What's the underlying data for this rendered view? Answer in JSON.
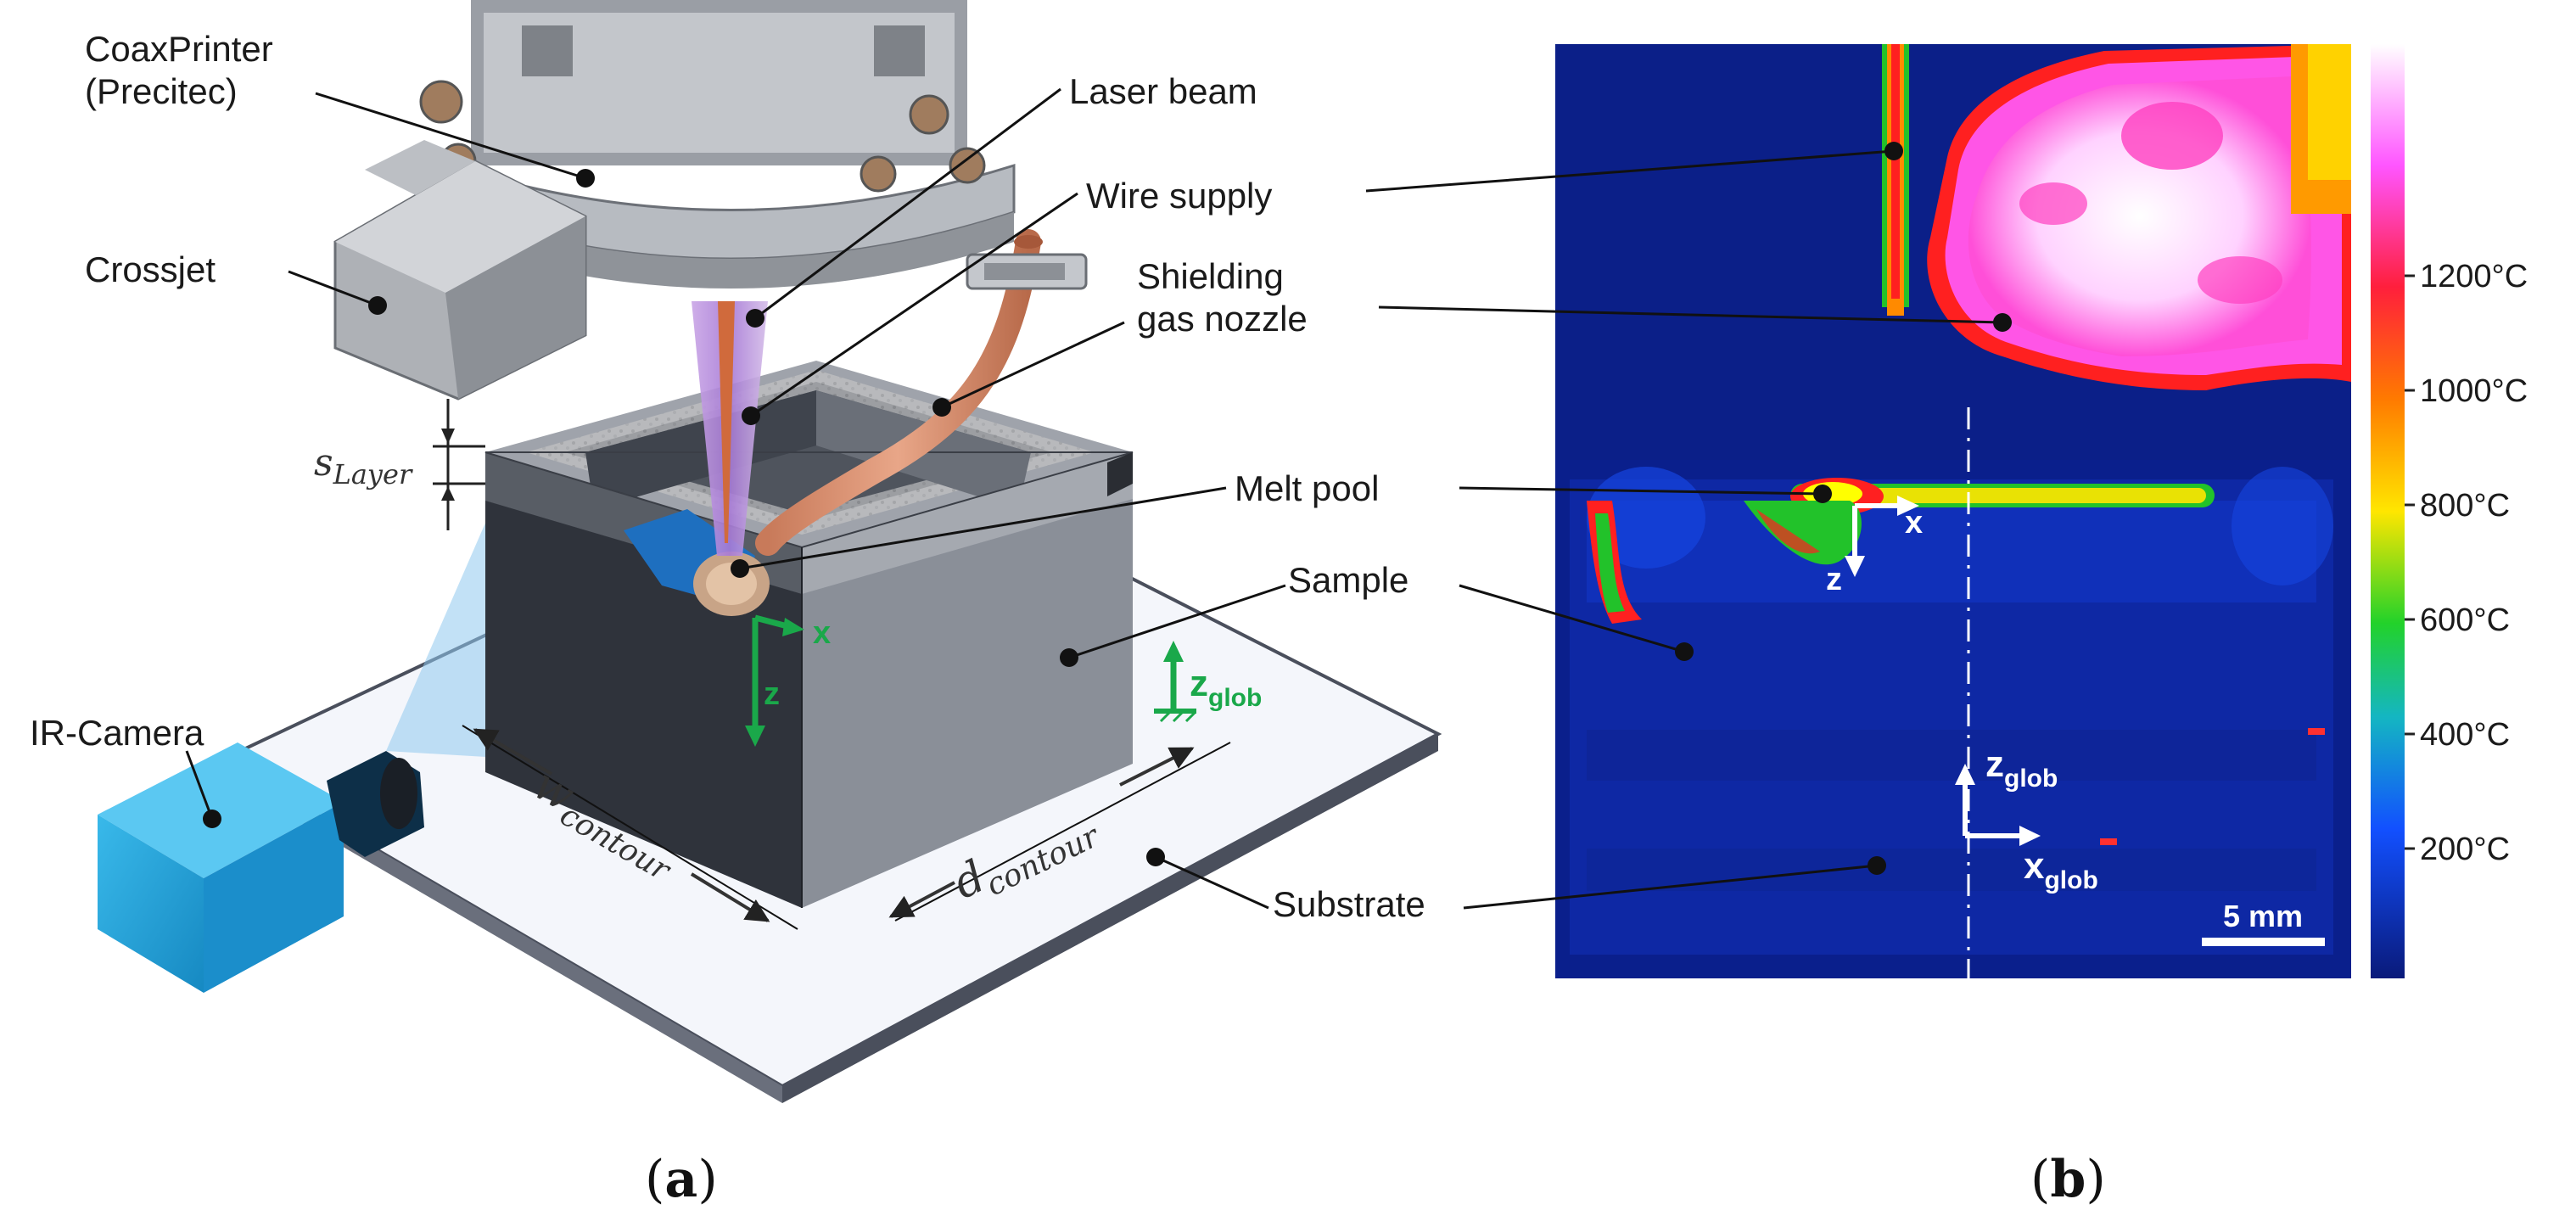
{
  "panel_a": {
    "caption_label": "a",
    "labels": {
      "coaxprinter_line1": "CoaxPrinter",
      "coaxprinter_line2": "(Precitec)",
      "crossjet": "Crossjet",
      "laser_beam": "Laser beam",
      "wire_supply": "Wire supply",
      "shielding_line1": "Shielding",
      "shielding_line2": "gas nozzle",
      "melt_pool": "Melt pool",
      "sample": "Sample",
      "ir_camera": "IR-Camera",
      "substrate": "Substrate"
    },
    "math": {
      "s_main": "s",
      "s_sub": "Layer",
      "w_main": "w",
      "w_sub": "contour",
      "d_main": "d",
      "d_sub": "contour"
    },
    "axes": {
      "x": "x",
      "z": "z",
      "zglob_main": "z",
      "zglob_sub": "glob"
    }
  },
  "panel_b": {
    "caption_label": "b",
    "axes": {
      "x": "x",
      "z": "z",
      "zglob_main": "z",
      "zglob_sub": "glob",
      "xglob_main": "x",
      "xglob_sub": "glob"
    },
    "scalebar": "5 mm",
    "colorbar_ticks": [
      "1200°C",
      "1000°C",
      "800°C",
      "600°C",
      "400°C",
      "200°C"
    ],
    "colors": {
      "background": "#0a1f8c",
      "colorbar_stops": [
        "#ffffff",
        "#ff40ff",
        "#ff1f1f",
        "#ff8c00",
        "#ffff00",
        "#1fd21f",
        "#12b4c8",
        "#1050ff",
        "#0a1f8c"
      ]
    }
  }
}
